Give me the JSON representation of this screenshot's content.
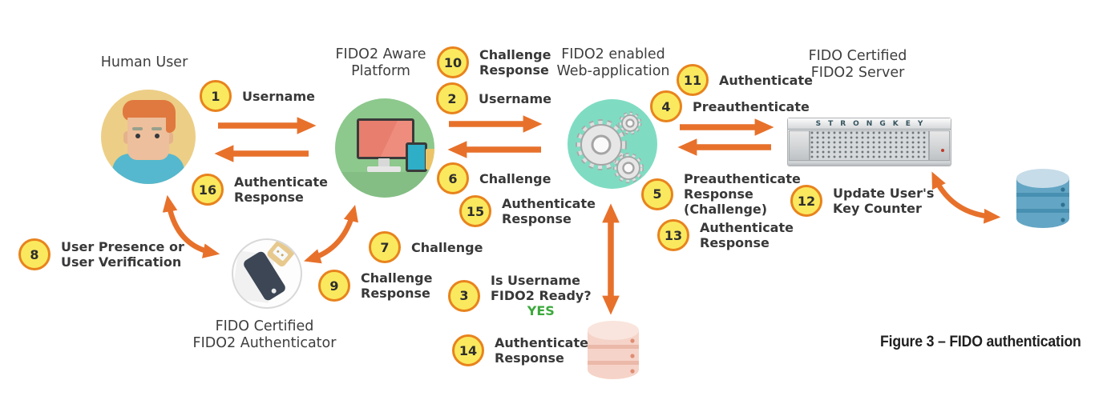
{
  "caption": "Figure 3 – FIDO authentication",
  "entities": {
    "human_user": {
      "label": "Human User"
    },
    "platform": {
      "label": [
        "FIDO2 Aware",
        "Platform"
      ]
    },
    "webapp": {
      "label": [
        "FIDO2 enabled",
        "Web-application"
      ]
    },
    "server": {
      "label": [
        "FIDO Certified",
        "FIDO2 Server"
      ],
      "brand": "STRONGKEY"
    },
    "authenticator": {
      "label": [
        "FIDO Certified",
        "FIDO2 Authenticator"
      ]
    }
  },
  "steps": [
    {
      "num": "1",
      "lines": [
        "Username"
      ]
    },
    {
      "num": "2",
      "lines": [
        "Username"
      ]
    },
    {
      "num": "3",
      "lines": [
        "Is Username",
        "FIDO2 Ready?"
      ],
      "answer": "YES"
    },
    {
      "num": "4",
      "lines": [
        "Preauthenticate"
      ]
    },
    {
      "num": "5",
      "lines": [
        "Preauthenticate",
        "Response",
        "(Challenge)"
      ]
    },
    {
      "num": "6",
      "lines": [
        "Challenge"
      ]
    },
    {
      "num": "7",
      "lines": [
        "Challenge"
      ]
    },
    {
      "num": "8",
      "lines": [
        "User Presence or",
        "User Verification"
      ]
    },
    {
      "num": "9",
      "lines": [
        "Challenge",
        "Response"
      ]
    },
    {
      "num": "10",
      "lines": [
        "Challenge",
        "Response"
      ]
    },
    {
      "num": "11",
      "lines": [
        "Authenticate"
      ]
    },
    {
      "num": "12",
      "lines": [
        "Update User's",
        "Key Counter"
      ]
    },
    {
      "num": "13",
      "lines": [
        "Authenticate",
        "Response"
      ]
    },
    {
      "num": "14",
      "lines": [
        "Authenticate",
        "Response"
      ]
    },
    {
      "num": "15",
      "lines": [
        "Authenticate",
        "Response"
      ]
    },
    {
      "num": "16",
      "lines": [
        "Authenticate",
        "Response"
      ]
    }
  ],
  "colors": {
    "arrow": "#E7712B",
    "badge_fill": "#FAE95E",
    "badge_border": "#E8831D",
    "text": "#3B3B3B",
    "yes_green": "#3CA93C",
    "platform_circle": "#8DC88D",
    "webapp_circle": "#7FDCC2",
    "avatar_background": "#ECCE86",
    "database_blue": "#63A5C4",
    "database_pink": "#F6D3C8"
  }
}
